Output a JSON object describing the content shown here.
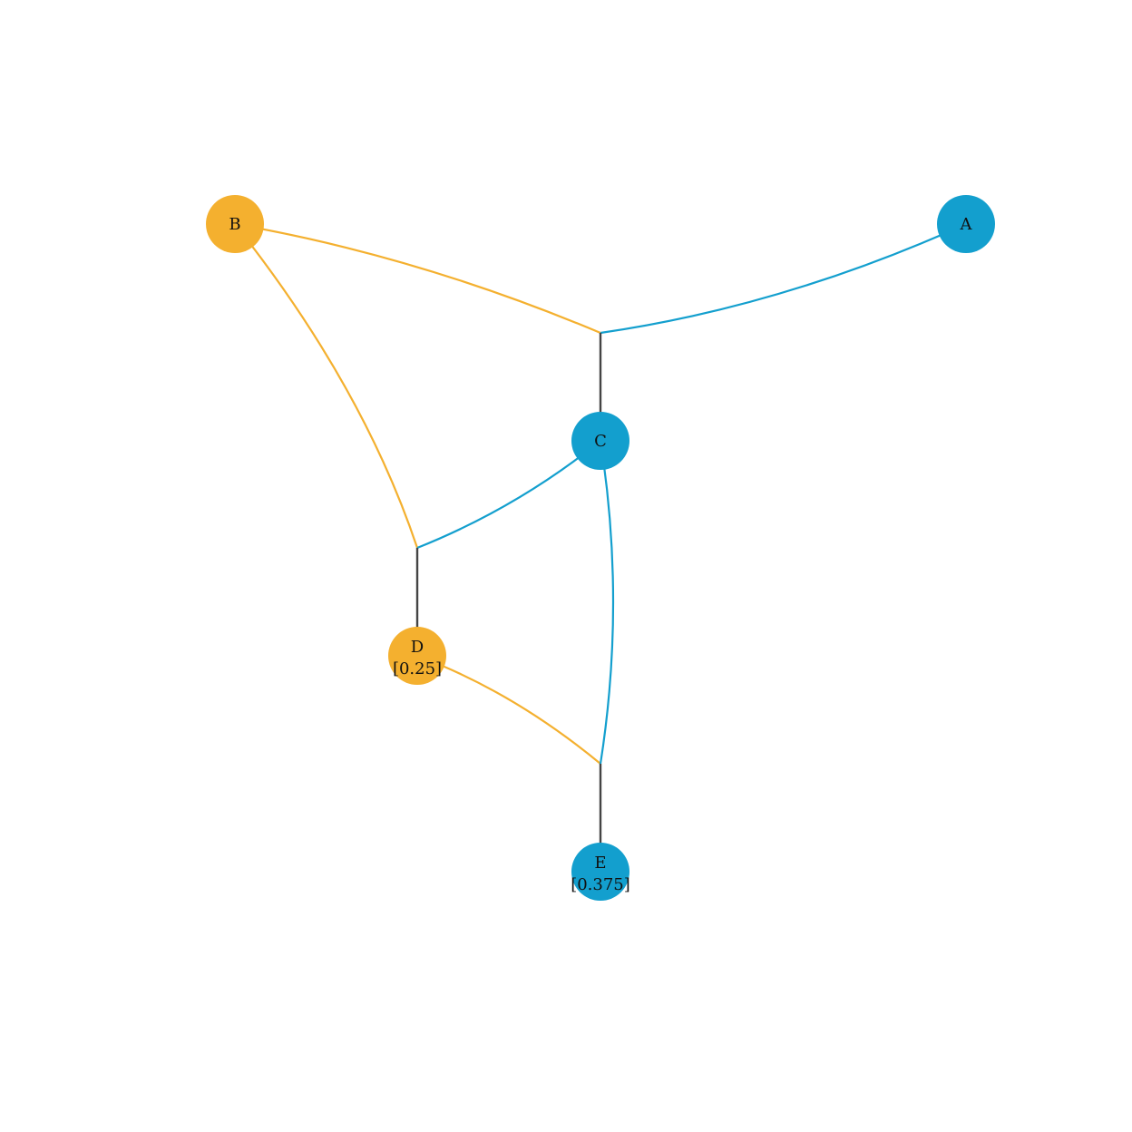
{
  "colors": {
    "blue": "#139fce",
    "orange": "#f4b02f",
    "link": "#444444"
  },
  "nodes": [
    {
      "id": "A",
      "label": "A",
      "value": null,
      "color": "blue"
    },
    {
      "id": "B",
      "label": "B",
      "value": null,
      "color": "orange"
    },
    {
      "id": "C",
      "label": "C",
      "value": null,
      "color": "blue"
    },
    {
      "id": "D",
      "label": "D",
      "value": "[0.25]",
      "color": "orange"
    },
    {
      "id": "E",
      "label": "E",
      "value": "[0.375]",
      "color": "blue"
    }
  ],
  "matings": [
    {
      "id": "m1",
      "parents": [
        "B",
        "A"
      ],
      "child": "C"
    },
    {
      "id": "m2",
      "parents": [
        "B",
        "C"
      ],
      "child": "D"
    },
    {
      "id": "m3",
      "parents": [
        "D",
        "C"
      ],
      "child": "E"
    }
  ]
}
